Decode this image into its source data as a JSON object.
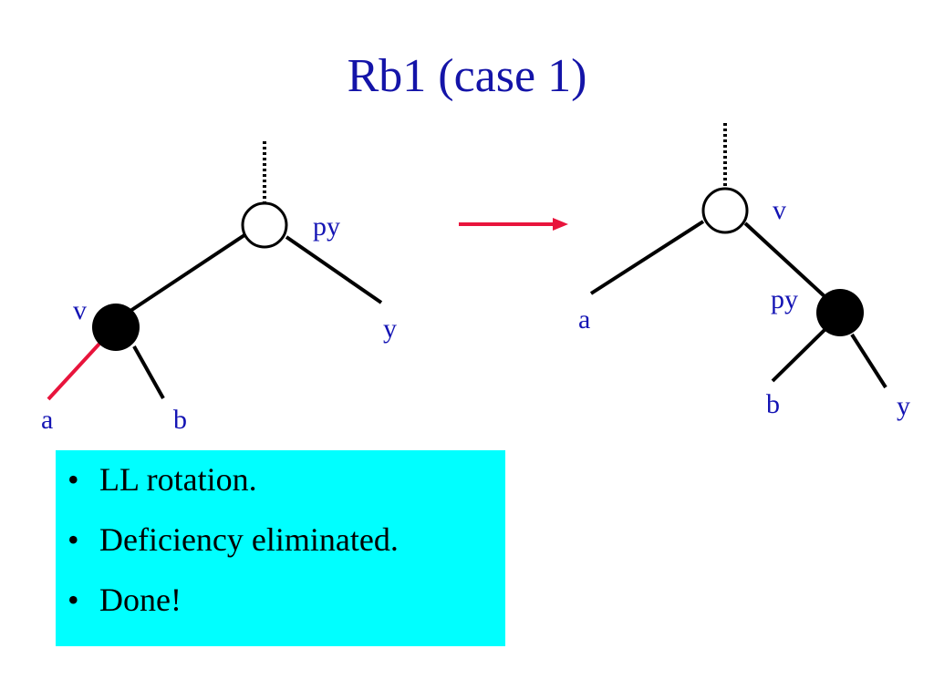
{
  "title": "Rb1 (case 1)",
  "before_tree": {
    "node_root_label": "py",
    "node_child_label": "v",
    "leaf_labels": [
      "a",
      "b",
      "y"
    ]
  },
  "after_tree": {
    "node_root_label": "v",
    "node_child_label": "py",
    "leaf_labels": [
      "a",
      "b",
      "y"
    ]
  },
  "colors": {
    "title": "#1414a8",
    "label": "#1414b4",
    "edge": "#000000",
    "red_edge": "#e8143c",
    "arrow": "#e8143c",
    "box": "#00ffff"
  },
  "notes": [
    "LL rotation.",
    "Deficiency eliminated.",
    "Done!"
  ]
}
